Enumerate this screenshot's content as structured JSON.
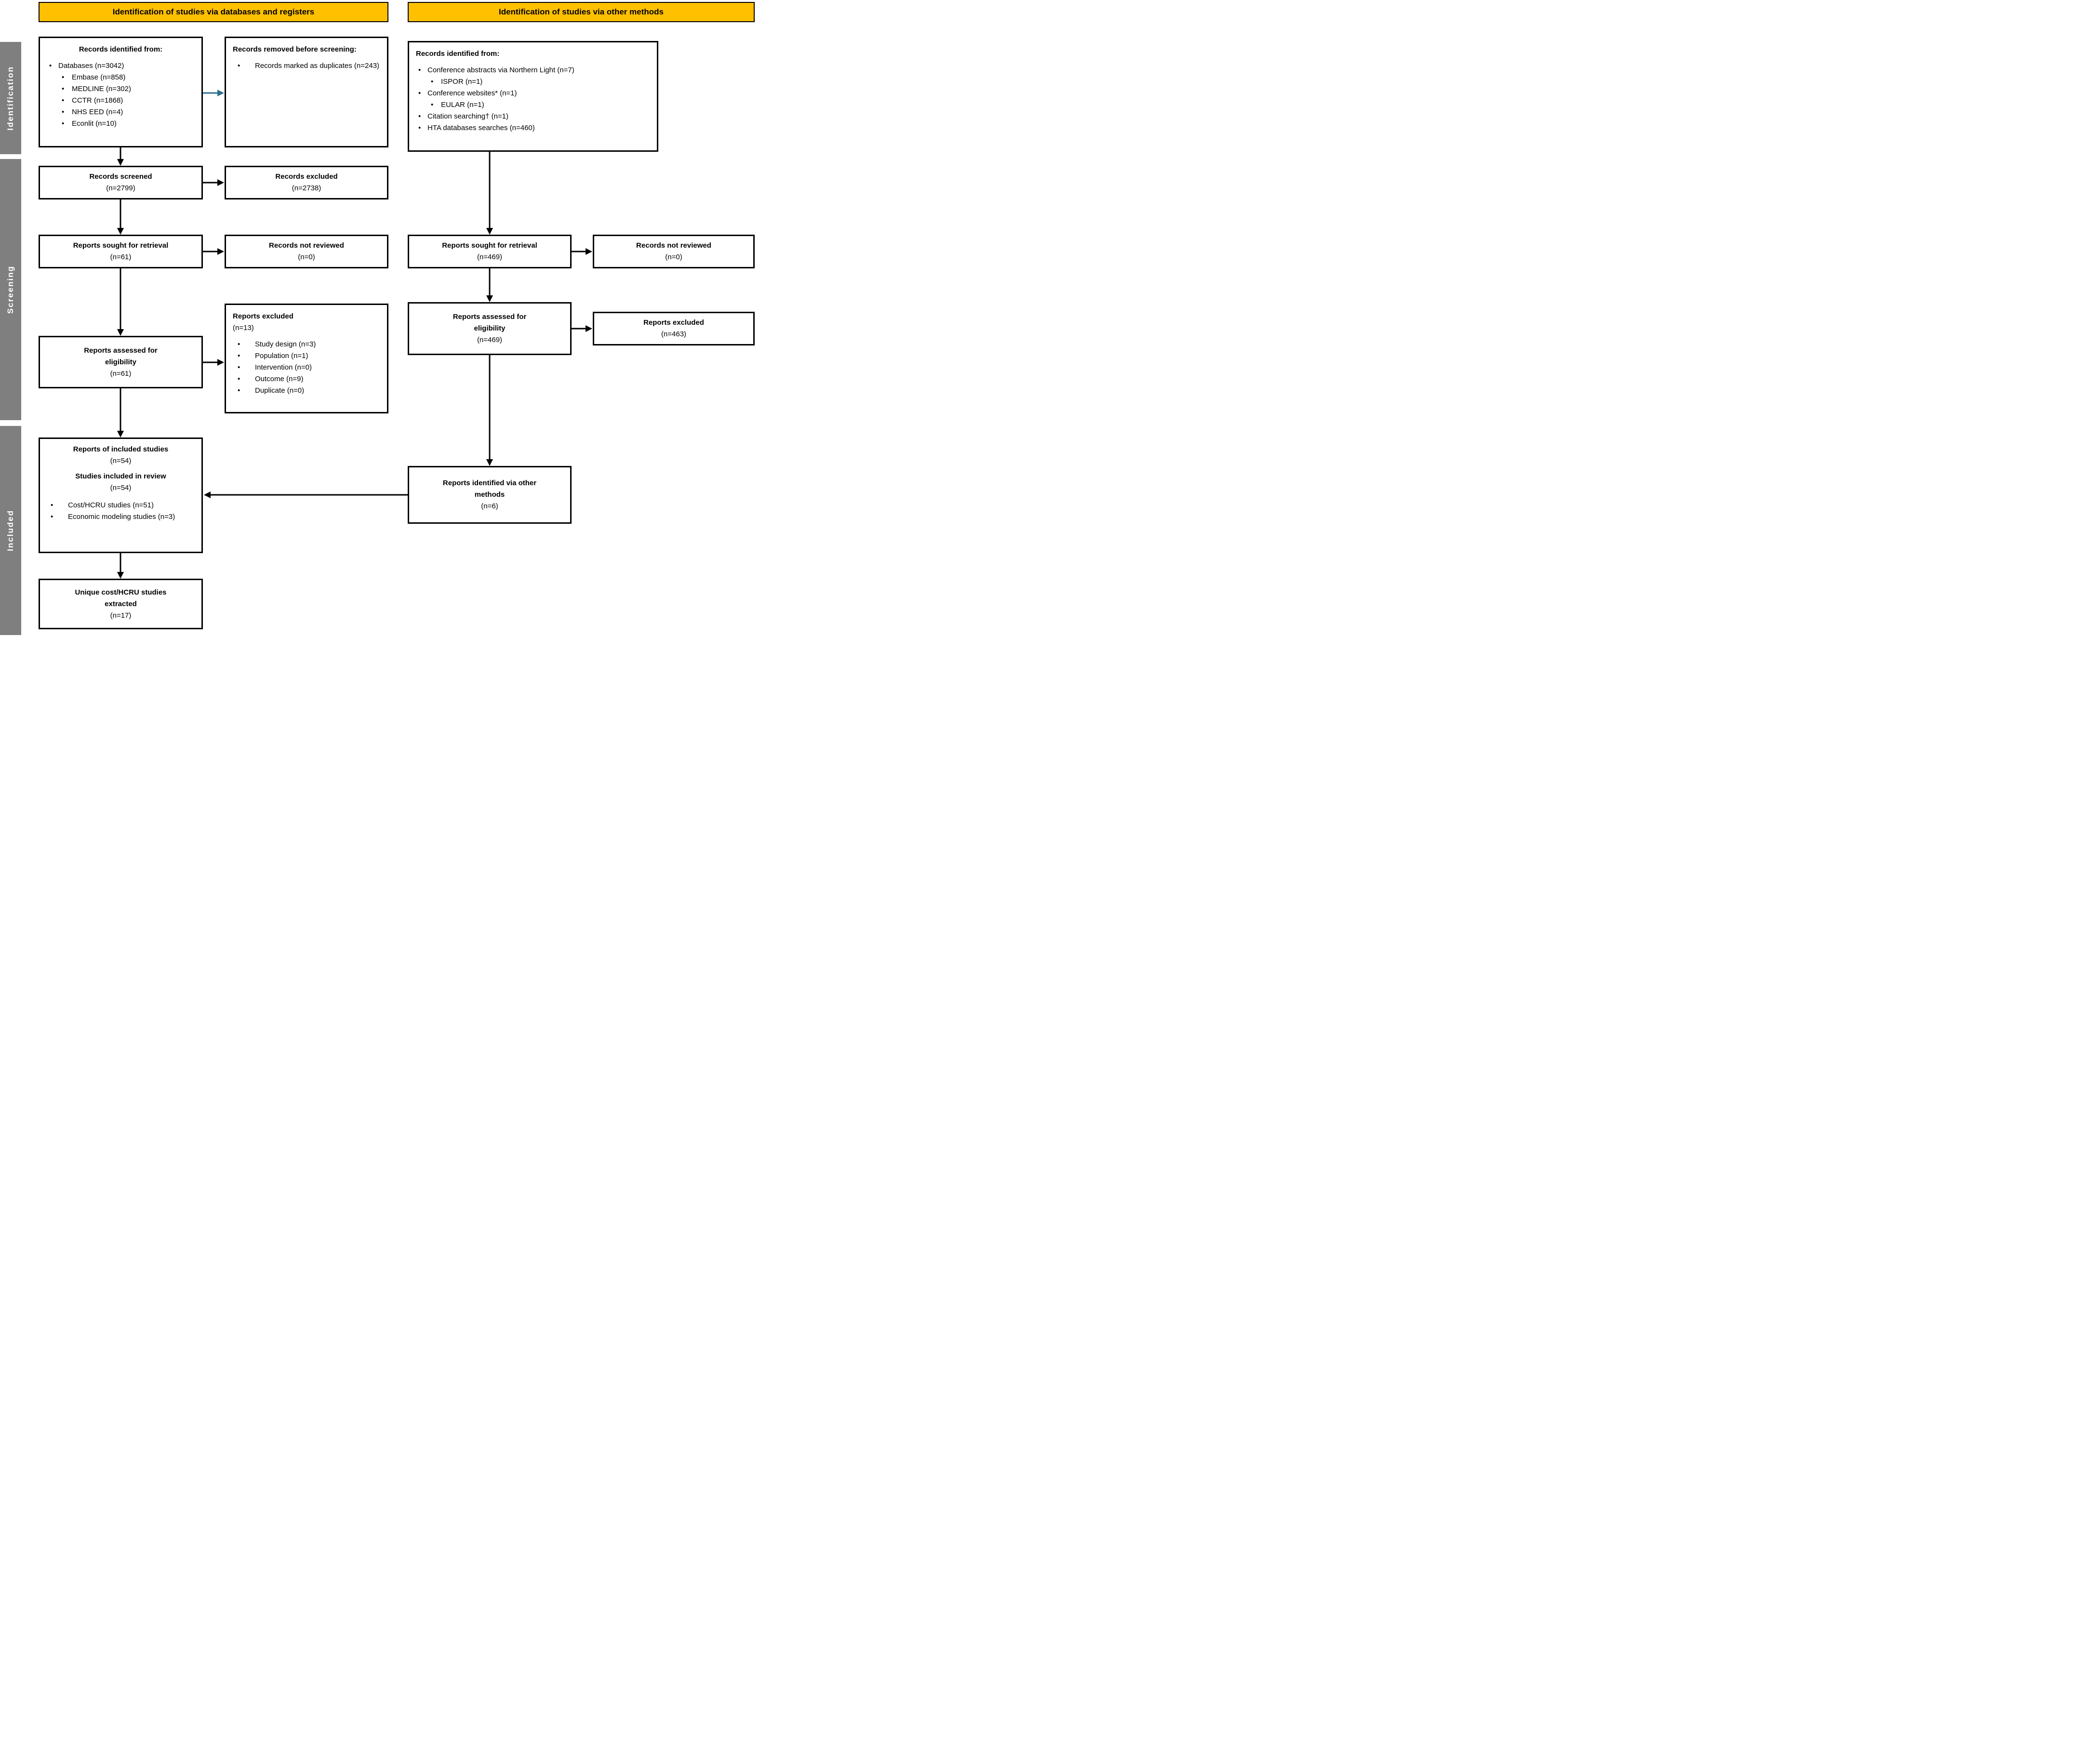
{
  "colors": {
    "header_bg": "#FFC000",
    "header_border": "#000000",
    "sidebar_bg": "#7F7F7F",
    "sidebar_text": "#FFFFFF",
    "box_border": "#000000",
    "arrow_black": "#000000",
    "arrow_teal": "#2B6F8C",
    "page_bg": "#FFFFFF"
  },
  "headers": {
    "left": "Identification of studies via databases and registers",
    "right": "Identification of studies via other methods"
  },
  "sidebar": {
    "identification": "Identification",
    "screening": "Screening",
    "included": "Included"
  },
  "boxes": {
    "records_identified_db": {
      "title": "Records identified from:",
      "items": [
        {
          "level": 1,
          "text": "Databases (n=3042)"
        },
        {
          "level": 2,
          "text": "Embase (n=858)"
        },
        {
          "level": 2,
          "text": "MEDLINE (n=302)"
        },
        {
          "level": 2,
          "text": "CCTR (n=1868)"
        },
        {
          "level": 2,
          "text": "NHS EED (n=4)"
        },
        {
          "level": 2,
          "text": "Econlit (n=10)"
        }
      ]
    },
    "records_removed": {
      "title": "Records removed before screening:",
      "items": [
        {
          "level": 1,
          "text": "Records marked as duplicates (n=243)"
        }
      ]
    },
    "records_screened": {
      "title": "Records screened",
      "count": "(n=2799)"
    },
    "records_excluded": {
      "title": "Records excluded",
      "count": "(n=2738)"
    },
    "reports_sought_db": {
      "title": "Reports sought for retrieval",
      "count": "(n=61)"
    },
    "records_not_reviewed_db": {
      "title": "Records not reviewed",
      "count": "(n=0)"
    },
    "reports_assessed_db": {
      "title": "Reports assessed for eligibility",
      "count": "(n=61)"
    },
    "reports_excluded_db": {
      "title": "Reports excluded",
      "count": "(n=13)",
      "items": [
        {
          "level": 1,
          "text": "Study design (n=3)"
        },
        {
          "level": 1,
          "text": "Population (n=1)"
        },
        {
          "level": 1,
          "text": "Intervention (n=0)"
        },
        {
          "level": 1,
          "text": "Outcome (n=9)"
        },
        {
          "level": 1,
          "text": "Duplicate (n=0)"
        }
      ]
    },
    "included_studies": {
      "title1": "Reports of included studies",
      "count1": "(n=54)",
      "title2": "Studies included in review",
      "count2": "(n=54)",
      "items": [
        {
          "level": 1,
          "text": "Cost/HCRU studies (n=51)"
        },
        {
          "level": 1,
          "text": "Economic modeling studies (n=3)"
        }
      ]
    },
    "unique_extracted": {
      "title": "Unique cost/HCRU studies extracted",
      "count": "(n=17)"
    },
    "records_identified_other": {
      "title": "Records identified from:",
      "items": [
        {
          "level": 1,
          "text": "Conference abstracts via Northern Light (n=7)"
        },
        {
          "level": 2,
          "text": "ISPOR (n=1)"
        },
        {
          "level": 1,
          "text": "Conference websites* (n=1)"
        },
        {
          "level": 2,
          "text": "EULAR (n=1)"
        },
        {
          "level": 1,
          "text": "Citation searching† (n=1)"
        },
        {
          "level": 1,
          "text": "HTA databases searches (n=460)"
        }
      ]
    },
    "reports_sought_other": {
      "title": "Reports sought for retrieval",
      "count": "(n=469)"
    },
    "records_not_reviewed_other": {
      "title": "Records not reviewed",
      "count": "(n=0)"
    },
    "reports_assessed_other": {
      "title": "Reports assessed for eligibility",
      "count": "(n=469)"
    },
    "reports_excluded_other": {
      "title": "Reports excluded",
      "count": "(n=463)"
    },
    "reports_identified_via_other": {
      "title": "Reports identified via other methods",
      "count": "(n=6)"
    }
  }
}
